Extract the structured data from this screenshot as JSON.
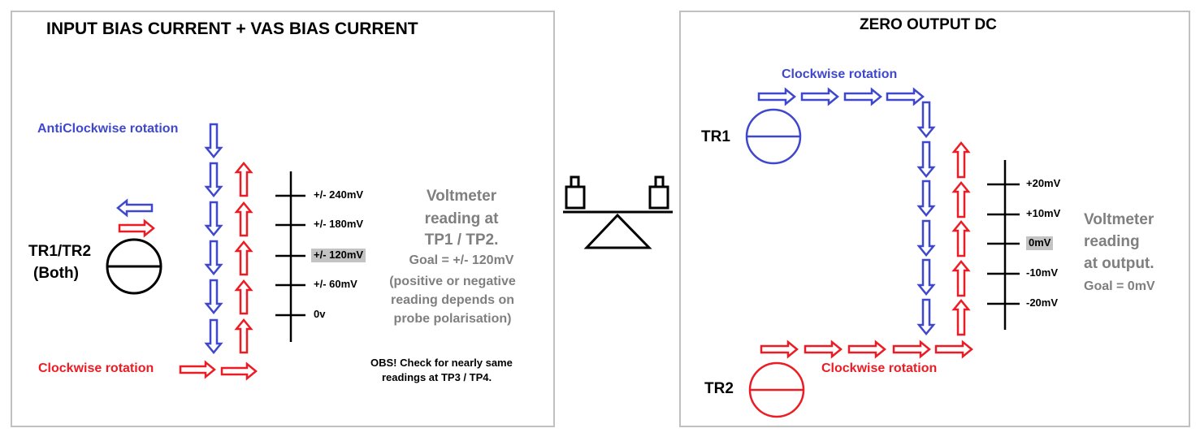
{
  "left": {
    "title": "INPUT BIAS CURRENT + VAS BIAS CURRENT",
    "anticlockwise_label": "AntiClockwise rotation",
    "clockwise_label": "Clockwise rotation",
    "trimmer_label_line1": "TR1/TR2",
    "trimmer_label_line2": "(Both)",
    "scale_ticks": [
      "+/- 240mV",
      "+/- 180mV",
      "+/- 120mV",
      "+/- 60mV",
      "0v"
    ],
    "highlighted_tick": "+/- 120mV",
    "voltmeter_line1": "Voltmeter",
    "voltmeter_line2": "reading at",
    "voltmeter_line3": "TP1 / TP2.",
    "goal": "Goal = +/- 120mV",
    "note_line1": "(positive or negative",
    "note_line2": "reading depends on",
    "note_line3": "probe polarisation)",
    "obs_line1": "OBS! Check for nearly same",
    "obs_line2": "readings at TP3 / TP4."
  },
  "right": {
    "title": "ZERO OUTPUT DC",
    "clockwise_top_label": "Clockwise rotation",
    "clockwise_bottom_label": "Clockwise rotation",
    "tr1_label": "TR1",
    "tr2_label": "TR2",
    "scale_ticks": [
      "+20mV",
      "+10mV",
      "0mV",
      "-10mV",
      "-20mV"
    ],
    "highlighted_tick": "0mV",
    "voltmeter_line1": "Voltmeter",
    "voltmeter_line2": "reading",
    "voltmeter_line3": "at output.",
    "goal": "Goal = 0mV"
  },
  "colors": {
    "blue": "#3f48cc",
    "red": "#ed1c24",
    "gray_text": "#7f7f7f",
    "highlight": "#c3c3c3",
    "border": "#c0c0c0"
  },
  "icons": {
    "trimmer": "circle-with-horizontal-line",
    "balance": "seesaw-scale-icon"
  }
}
